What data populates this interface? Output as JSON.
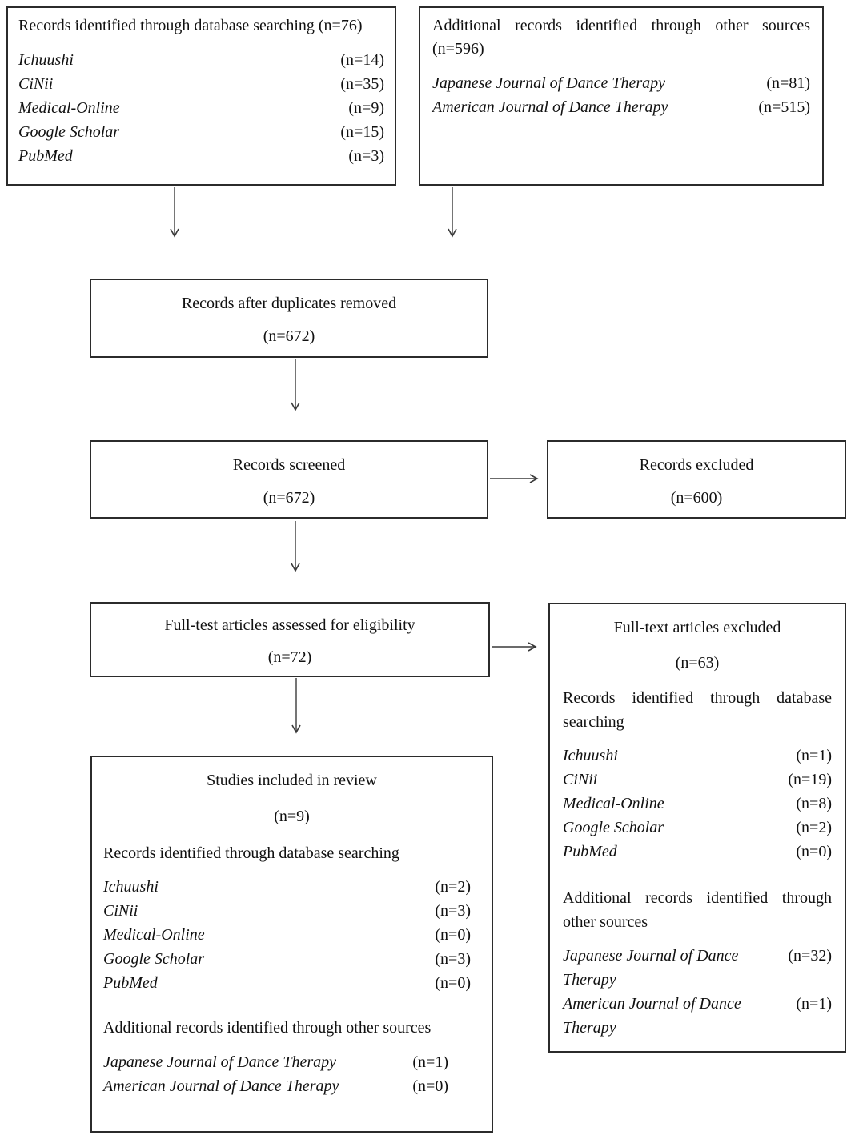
{
  "accent_colors": {
    "border": "#2b2b2b",
    "arrow": "#3a3a3a",
    "text": "#111111",
    "background": "#ffffff"
  },
  "boxes": {
    "identified_db": {
      "title": "Records identified through database searching (n=76)",
      "items": [
        {
          "label": "Ichuushi",
          "count": "(n=14)"
        },
        {
          "label": "CiNii",
          "count": "(n=35)"
        },
        {
          "label": "Medical-Online",
          "count": "(n=9)"
        },
        {
          "label": "Google Scholar",
          "count": "(n=15)"
        },
        {
          "label": "PubMed",
          "count": "(n=3)"
        }
      ]
    },
    "identified_other": {
      "title": "Additional records identified through other sources (n=596)",
      "items": [
        {
          "label": "Japanese Journal of Dance Therapy",
          "count": "(n=81)"
        },
        {
          "label": "American Journal of Dance Therapy",
          "count": "(n=515)"
        }
      ]
    },
    "duplicates_removed": {
      "title": "Records after duplicates removed",
      "count": "(n=672)"
    },
    "screened": {
      "title": "Records screened",
      "count": "(n=672)"
    },
    "excluded": {
      "title": "Records excluded",
      "count": "(n=600)"
    },
    "fulltext_assessed": {
      "title": "Full-test articles assessed for eligibility",
      "count": "(n=72)"
    },
    "fulltext_excluded": {
      "title": "Full-text articles excluded",
      "count": "(n=63)",
      "db_heading": "Records identified through database searching",
      "db_items": [
        {
          "label": "Ichuushi",
          "count": "(n=1)"
        },
        {
          "label": "CiNii",
          "count": "(n=19)"
        },
        {
          "label": "Medical-Online",
          "count": "(n=8)"
        },
        {
          "label": "Google Scholar",
          "count": "(n=2)"
        },
        {
          "label": "PubMed",
          "count": "(n=0)"
        }
      ],
      "other_heading": "Additional records identified through other sources",
      "other_items": [
        {
          "label": "Japanese Journal of Dance Therapy",
          "count": "(n=32)"
        },
        {
          "label": "American Journal of Dance Therapy",
          "count": "(n=1)"
        }
      ]
    },
    "included": {
      "title": "Studies included in review",
      "count": "(n=9)",
      "db_heading": "Records identified through database searching",
      "db_items": [
        {
          "label": "Ichuushi",
          "count": "(n=2)"
        },
        {
          "label": "CiNii",
          "count": "(n=3)"
        },
        {
          "label": "Medical-Online",
          "count": "(n=0)"
        },
        {
          "label": "Google Scholar",
          "count": "(n=3)"
        },
        {
          "label": "PubMed",
          "count": "(n=0)"
        }
      ],
      "other_heading": "Additional records identified through other sources",
      "other_items": [
        {
          "label": "Japanese Journal of Dance Therapy",
          "count": "(n=1)"
        },
        {
          "label": "American Journal of Dance Therapy",
          "count": "(n=0)"
        }
      ]
    }
  }
}
